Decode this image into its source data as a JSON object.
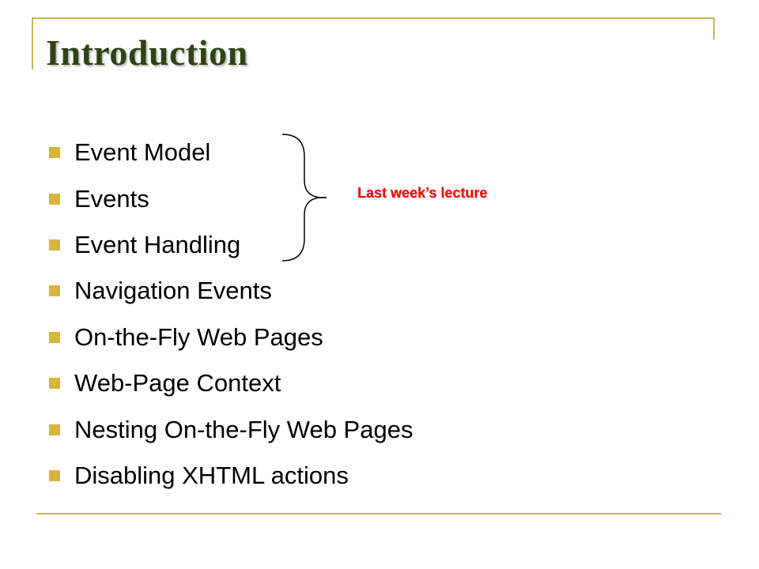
{
  "slide": {
    "title": "Introduction",
    "bullets": [
      "Event Model",
      "Events",
      "Event Handling",
      "Navigation Events",
      "On-the-Fly Web Pages",
      "Web-Page Context",
      "Nesting On-the-Fly Web Pages",
      "Disabling XHTML actions"
    ],
    "brace_annotation": "Last week’s lecture"
  },
  "colors": {
    "title": "#2d4413",
    "frame": "#c9b458",
    "bullet_marker": "#d8b43c",
    "annotation": "#ff0000"
  }
}
